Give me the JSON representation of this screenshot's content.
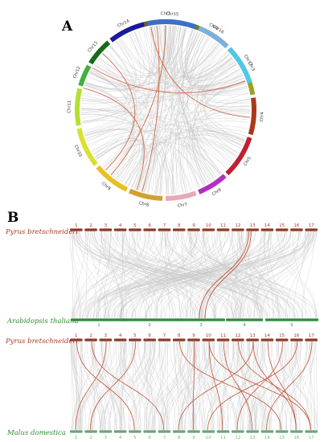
{
  "panel_a": {
    "letter": "A",
    "chromosomes": [
      {
        "name": "Chr1",
        "color": "#7a5a12",
        "start": -14,
        "end": 14
      },
      {
        "name": "Chr2",
        "color": "#7a7a14",
        "start": 16,
        "end": 44
      },
      {
        "name": "Chr3",
        "color": "#99a22a",
        "start": 46,
        "end": 80
      },
      {
        "name": "Chr4",
        "color": "#a83a1a",
        "start": 82,
        "end": 106
      },
      {
        "name": "Chr5",
        "color": "#c02030",
        "start": 108,
        "end": 136
      },
      {
        "name": "Chr6",
        "color": "#b030c0",
        "start": 138,
        "end": 158
      },
      {
        "name": "Chr7",
        "color": "#e8a8b8",
        "start": 160,
        "end": 180
      },
      {
        "name": "Chr8",
        "color": "#d4a030",
        "start": 182,
        "end": 204
      },
      {
        "name": "Chr9",
        "color": "#e8c020",
        "start": 206,
        "end": 230
      },
      {
        "name": "Chr10",
        "color": "#d8e030",
        "start": 232,
        "end": 258
      },
      {
        "name": "Chr11",
        "color": "#b4e030",
        "start": 260,
        "end": 284
      },
      {
        "name": "Chr12",
        "color": "#40b040",
        "start": 286,
        "end": 300
      },
      {
        "name": "Chr13",
        "color": "#1a6a1a",
        "start": 302,
        "end": 320
      },
      {
        "name": "Chr14",
        "color": "#1a1a9a",
        "start": 322,
        "end": 346
      },
      {
        "name": "Chr15",
        "color": "#3a70c8",
        "start": 348,
        "end": 380
      },
      {
        "name": "Chr16",
        "color": "#7ab0e0",
        "start": 382,
        "end": 404
      },
      {
        "name": "Chr17",
        "color": "#50c8e8",
        "start": 406,
        "end": 432
      }
    ]
  },
  "panel_b": {
    "letter": "B",
    "pyrus_label": "Pyrus bretschneideri",
    "arabidopsis_label": "Arabidopsis thaliana",
    "malus_label": "Malus domestica",
    "pyrus_chr_numbers": [
      "1",
      "2",
      "3",
      "4",
      "5",
      "6",
      "7",
      "8",
      "9",
      "10",
      "11",
      "12",
      "13",
      "14",
      "15",
      "16",
      "17"
    ],
    "arabidopsis_chr_numbers": [
      "1",
      "2",
      "3",
      "4",
      "5"
    ],
    "malus_chr_numbers": [
      "1",
      "2",
      "3",
      "4",
      "5",
      "6",
      "7",
      "8",
      "9",
      "10",
      "11",
      "12",
      "13",
      "14",
      "15",
      "16",
      "17"
    ]
  },
  "colors": {
    "pyrus_bar": "#8a3a2a",
    "arabidopsis_bar": "#2e8a3a",
    "malus_bar": "#6aa47a",
    "link_gray": "#c8c8c8",
    "link_red": "#c0553a",
    "pyrus_text": "#b0382c",
    "green_text": "#2e8a2e"
  }
}
